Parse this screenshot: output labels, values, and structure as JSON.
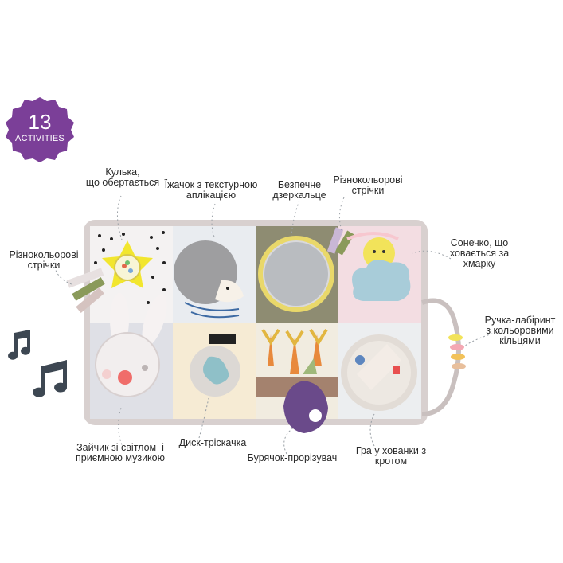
{
  "badge": {
    "number": "13",
    "label": "ACTIVITIES",
    "color": "#7b3f98"
  },
  "labels": {
    "rotating_ball": "Кулька,\nщо обертається",
    "hedgehog": "Їжачок з текстурною\nаплікацією",
    "mirror": "Безпечне\nдзеркальце",
    "ribbons_top": "Різнокольорові\nстрічки",
    "ribbons_left": "Різнокольорові\nстрічки",
    "sun": "Сонечко, що\nховається за\nхмарку",
    "maze_handle": "Ручка-лабіринт\nз кольоровими\nкільцями",
    "bunny": "Зайчик зі світлом  і\nприємною музикою",
    "clicker": "Диск-тріскачка",
    "beet_teether": "Бурячок-прорізувач",
    "mole": "Гра у хованки з\nкротом"
  },
  "icons": [
    "music-notes-icon",
    "star-rattle-icon",
    "mirror-icon",
    "sun-cloud-icon",
    "bunny-icon",
    "clicker-disc-icon",
    "beet-teether-icon",
    "mole-window-icon",
    "ring-handle-icon"
  ]
}
